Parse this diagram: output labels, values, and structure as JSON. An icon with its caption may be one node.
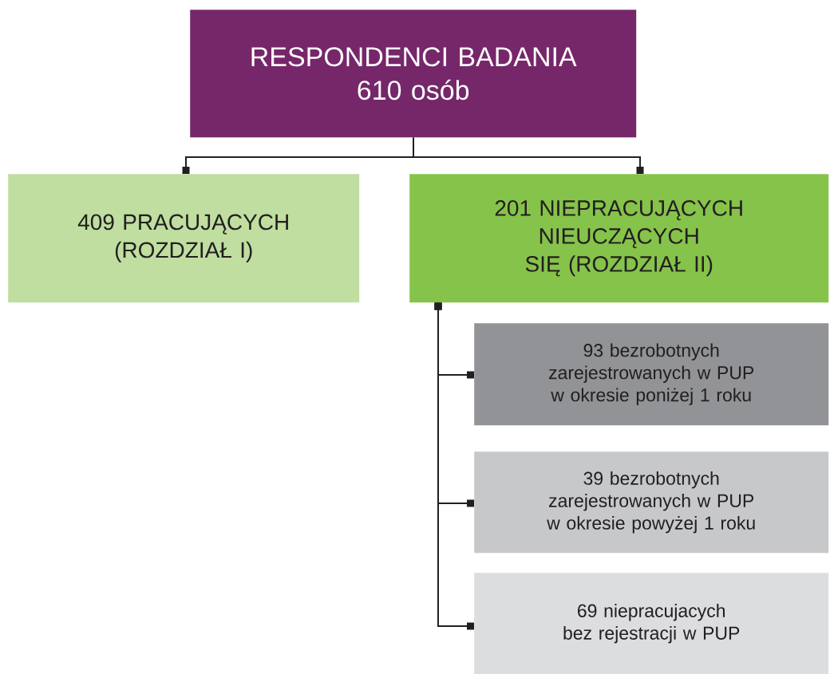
{
  "diagram": {
    "nodes": [
      {
        "text": [
          "RESPONDENCI BADANIA",
          "610 osób"
        ]
      },
      {
        "text": [
          "409 PRACUJĄCYCH (ROZDZIAŁ I)"
        ]
      },
      {
        "text": [
          "201 NIEPRACUJĄCYCH NIEUCZĄCYCH SIĘ (ROZDZIAŁ II)"
        ]
      },
      {
        "text": [
          "93 bezrobotnych zarejestrowanych w PUP w okresie poniżej 1 roku"
        ]
      },
      {
        "text": [
          "39 bezrobotnych zarejestrowanych w PUP w okresie powyżej 1 roku"
        ]
      },
      {
        "text": [
          "69 niepracujacych bez rejestracji w PUP"
        ]
      }
    ],
    "edges": [
      {
        "from": 0,
        "to": 1,
        "arrow": "other"
      },
      {
        "from": 0,
        "to": 2,
        "arrow": "other"
      },
      {
        "from": 2,
        "to": 3,
        "arrow": "other"
      },
      {
        "from": 2,
        "to": 4,
        "arrow": "other"
      },
      {
        "from": 2,
        "to": 5,
        "arrow": "other"
      }
    ]
  }
}
